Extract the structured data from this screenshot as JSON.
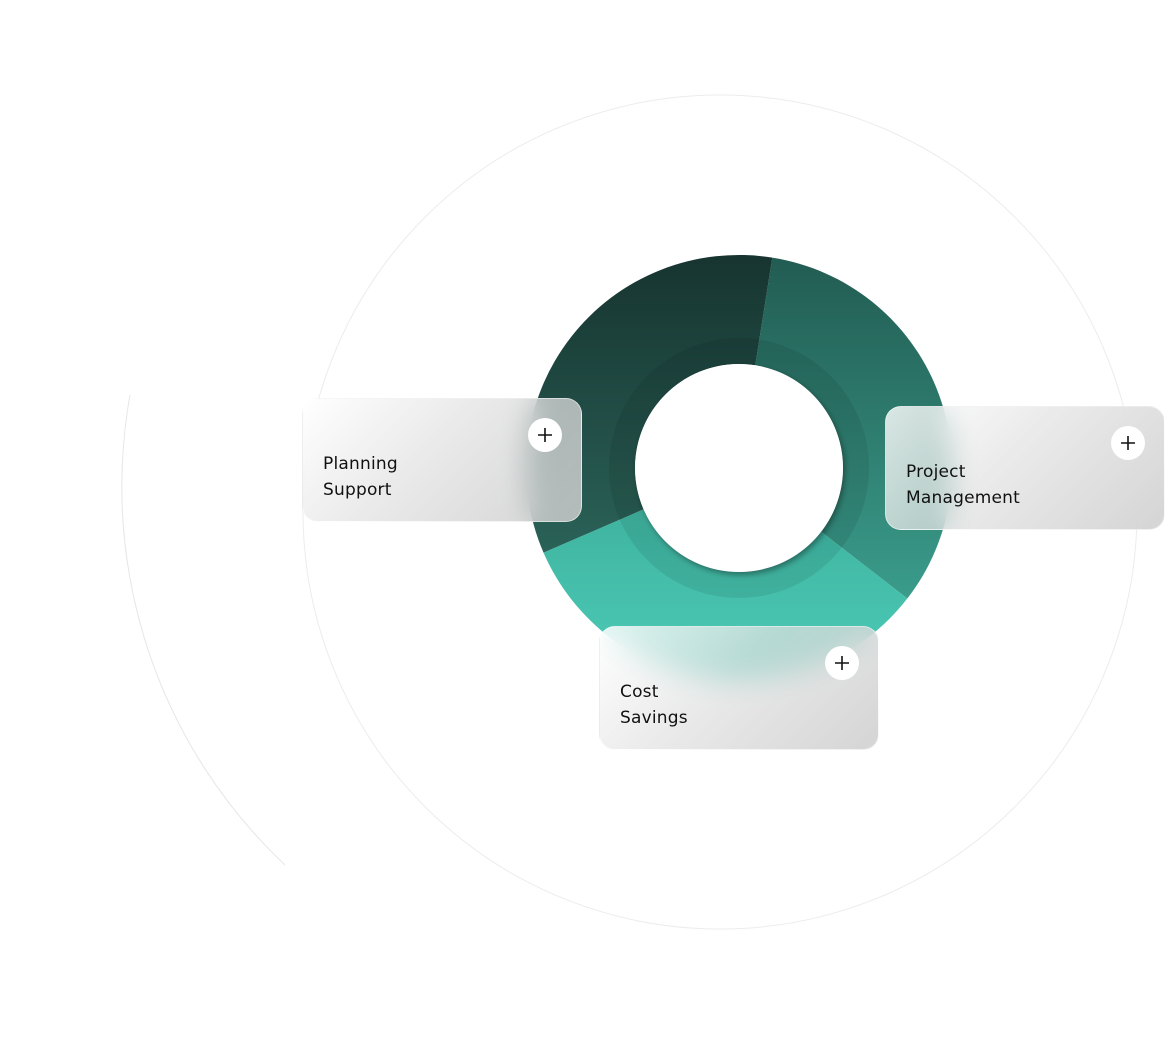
{
  "chart_data": {
    "type": "pie",
    "variant": "donut",
    "categories": [
      "Project Management",
      "Cost Savings",
      "Planning Support"
    ],
    "values": [
      33,
      33,
      34
    ],
    "colors": [
      "#2a6f63",
      "#48c4b0",
      "#1d4740"
    ]
  },
  "cards": [
    {
      "line1": "Planning",
      "line2": "Support",
      "icon": "plus-icon"
    },
    {
      "line1": "Project",
      "line2": "Management",
      "icon": "plus-icon"
    },
    {
      "line1": "Cost",
      "line2": "Savings",
      "icon": "plus-icon"
    }
  ]
}
